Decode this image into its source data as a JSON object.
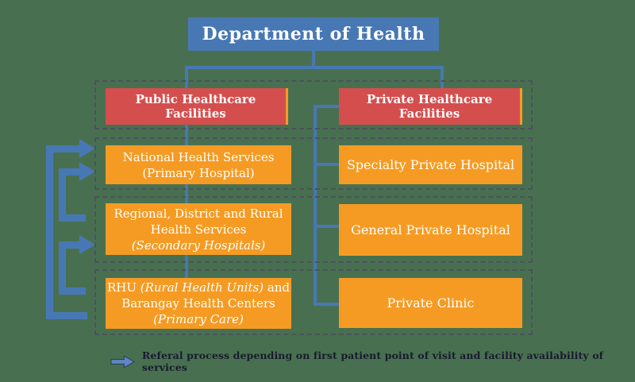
{
  "title": "Department of Health",
  "headers": {
    "public": "Public Healthcare Facilities",
    "private": "Private Healthcare Facilities"
  },
  "public_boxes": {
    "box1": {
      "line1": "National Health Services",
      "line2": "(Primary Hospital)"
    },
    "box2": {
      "line1": "Regional, District and Rural",
      "line2": "Health Services",
      "line3": "(Secondary Hospitals)"
    },
    "box3": {
      "line1_pre": "RHU ",
      "line1_italic": "(Rural Health Units)",
      "line1_post": " and",
      "line2": "Barangay Health Centers",
      "line3": "(Primary Care)"
    }
  },
  "private_boxes": {
    "box1": "Specialty Private Hospital",
    "box2": "General Private Hospital",
    "box3": "Private Clinic"
  },
  "legend": {
    "text": "Referal process depending on first patient point of visit and facility availability of services"
  },
  "icons": {
    "legend_arrow": "right-arrow-icon"
  },
  "colors": {
    "background": "#487050",
    "connector_blue": "#4878B4",
    "header_red": "#D54E4E",
    "facility_orange": "#F59B23",
    "dashed_border": "#4C525C",
    "box_text": "#FFFFFF",
    "legend_text": "#191A2E"
  }
}
